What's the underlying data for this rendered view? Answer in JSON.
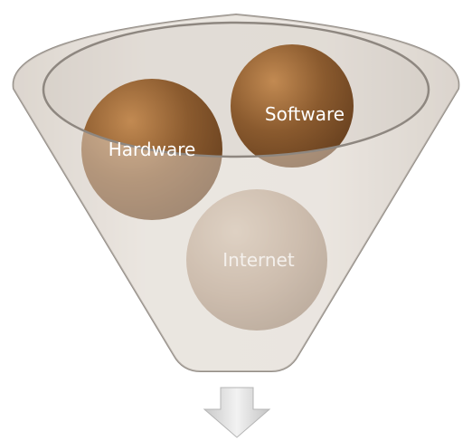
{
  "diagram": {
    "type": "funnel",
    "items": [
      {
        "label": "Hardware",
        "color": "#8a5a2e"
      },
      {
        "label": "Software",
        "color": "#8a5a2e"
      },
      {
        "label": "Internet",
        "color": "#b8a08a"
      }
    ],
    "funnel_color": "#e0dbd4",
    "funnel_outline": "#8e8780",
    "arrow_color": "#d8d8d8"
  }
}
